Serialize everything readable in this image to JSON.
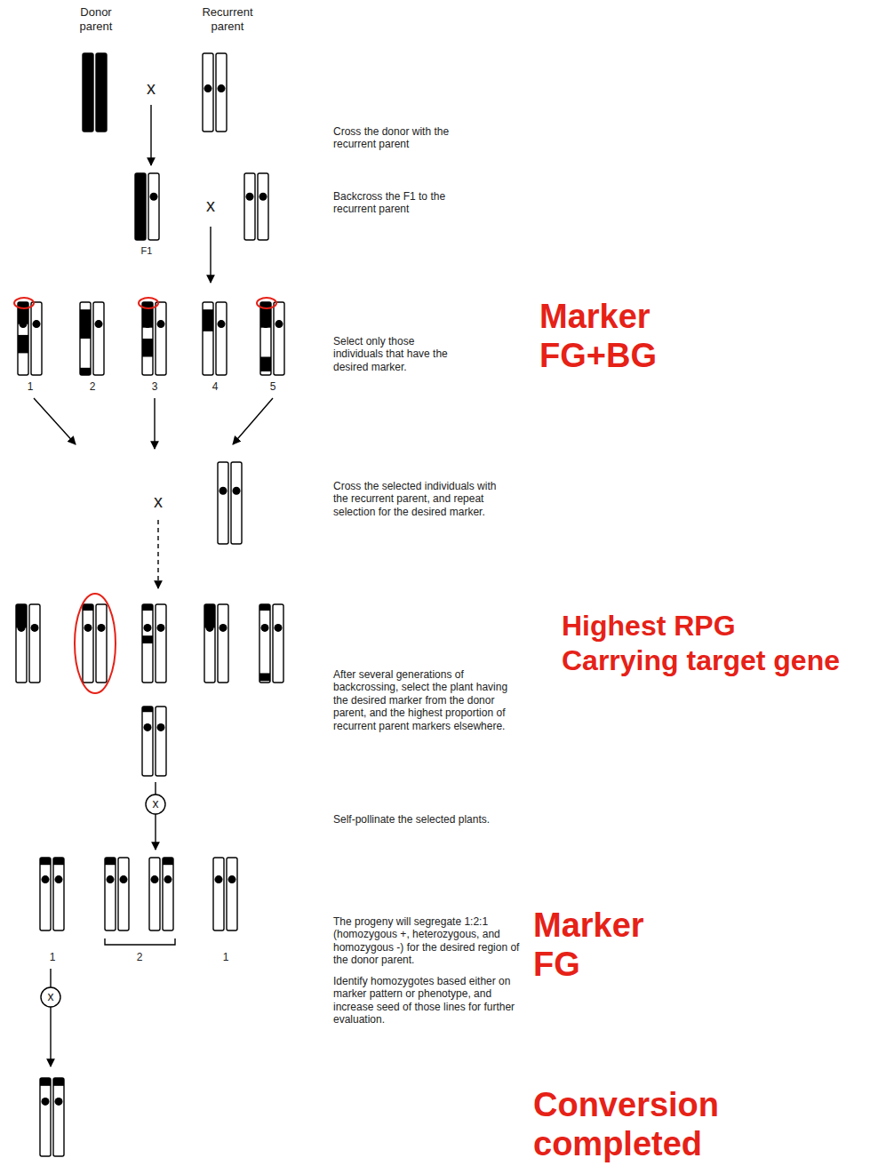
{
  "diagram": {
    "labels": [
      "Donor parent",
      "Recurrent parent",
      "x",
      "Cross the donor with the recurrent parent",
      "x",
      "F1",
      "Backcross the F1 to the recurrent parent",
      "1",
      "2",
      "3",
      "4",
      "5",
      "Select only those individuals that have the desired marker.",
      "Marker FG+BG",
      "x",
      "Cross the selected individuals with the recurrent parent, and repeat selection for the desired marker.",
      "After several generations of backcrossing, select the plant having the desired marker from the donor parent, and the highest proportion of recurrent parent markers elsewhere.",
      "Highest RPG",
      "Carrying target gene",
      "x",
      "Self-pollinate the selected plants.",
      "1",
      "2",
      "1",
      "The progeny will segregate 1:2:1 (homozygous +, heterozygous, and homozygous -) for the desired region of the donor parent.",
      "Identify homozygotes based either on marker pattern or phenotype, and increase seed of those lines for further evaluation.",
      "Marker FG",
      "x",
      "Conversion completed"
    ]
  }
}
